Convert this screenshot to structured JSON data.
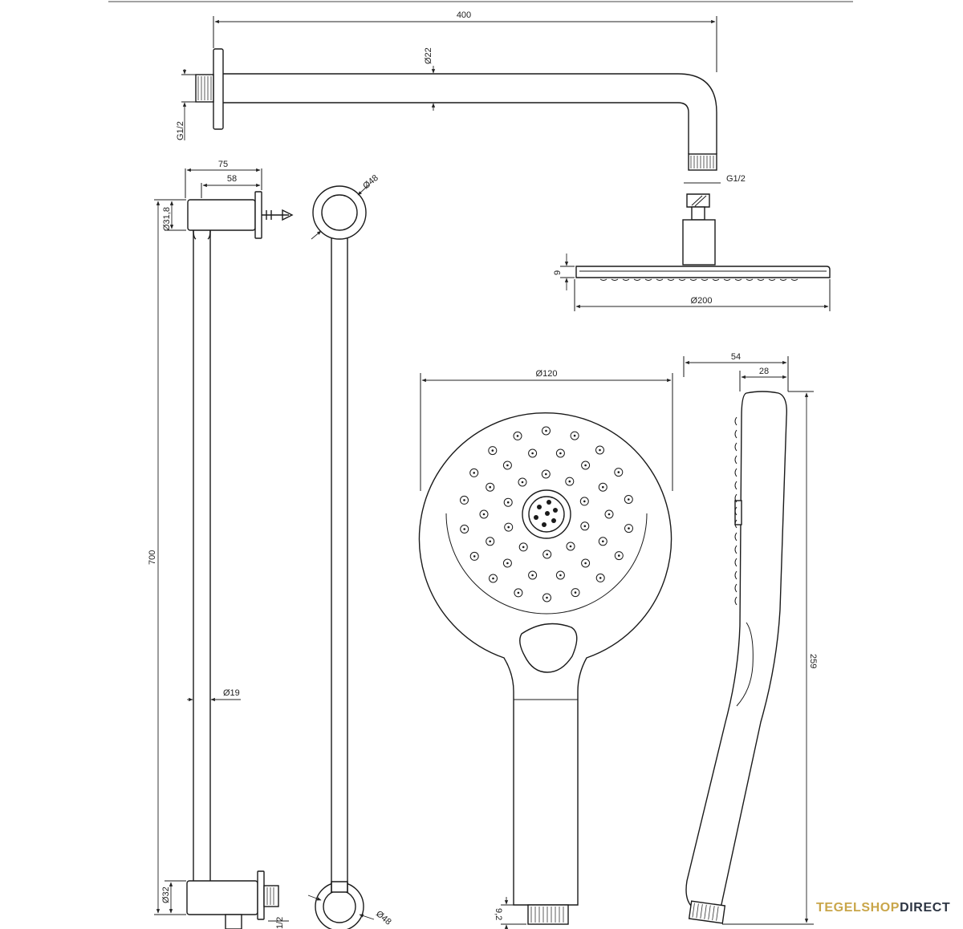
{
  "dimensions": {
    "arm_length": "400",
    "arm_diameter": "Ø22",
    "wall_thread": "G1/2",
    "arm_outlet_thread": "G1/2",
    "head_thickness": "9",
    "head_diameter": "Ø200",
    "bracket_depth": "75",
    "bracket_offset": "58",
    "bracket_top_diameter": "Ø31,8",
    "bracket_front_diameter": "Ø48",
    "rail_height": "700",
    "rail_diameter": "Ø19",
    "bottom_bracket_diameter": "Ø32",
    "bottom_outlet_thread": "1/2",
    "bottom_front_diameter": "Ø48",
    "hand_shower_diameter": "Ø120",
    "hand_shower_depth": "54",
    "hand_shower_face_depth": "28",
    "hand_shower_length": "259",
    "hand_shower_thread": "9,2"
  },
  "brand": {
    "part1": "TEGELSHOP",
    "part2": "DIRECT"
  }
}
